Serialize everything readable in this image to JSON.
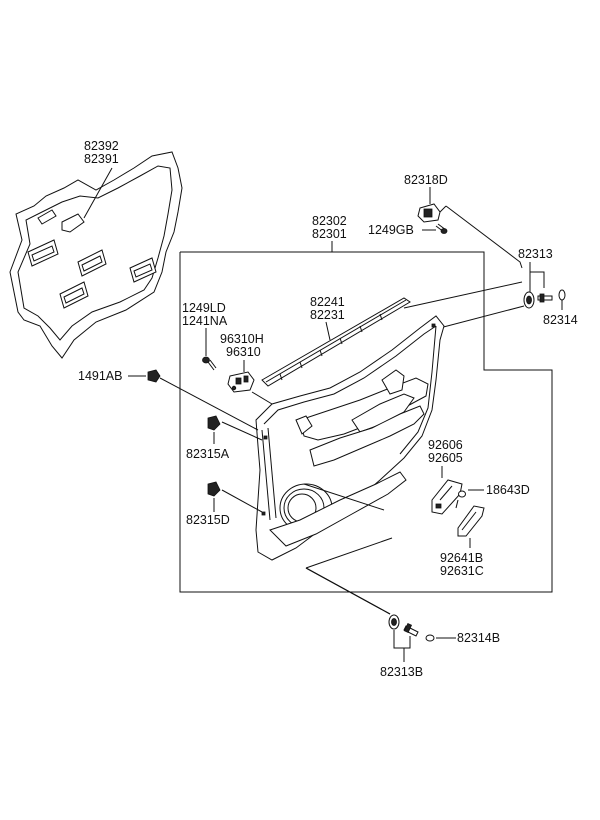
{
  "labels": {
    "l82392": "82392",
    "l82391": "82391",
    "l82318D": "82318D",
    "l1249GB": "1249GB",
    "l82302": "82302",
    "l82301": "82301",
    "l82313": "82313",
    "l82314": "82314",
    "l1249LD": "1249LD",
    "l1241NA": "1241NA",
    "l96310H": "96310H",
    "l96310": "96310",
    "l82241": "82241",
    "l82231": "82231",
    "l1491AB": "1491AB",
    "l82315A": "82315A",
    "l92606": "92606",
    "l92605": "92605",
    "l18643D": "18643D",
    "l82315D": "82315D",
    "l92641B": "92641B",
    "l92631C": "92631C",
    "l82314B": "82314B",
    "l82313B": "82313B"
  }
}
